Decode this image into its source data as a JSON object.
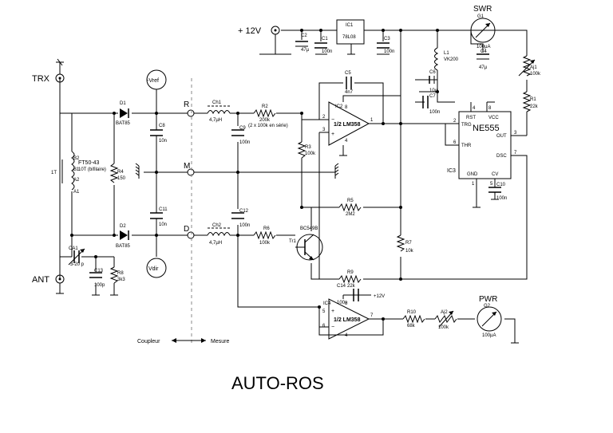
{
  "title": "AUTO-ROS",
  "ports": {
    "trx": "TRX",
    "ant": "ANT",
    "vref": "-Vref",
    "vdir": "Vdir",
    "supply": "+ 12V",
    "plus12": "+12V"
  },
  "lines": {
    "r": "R",
    "m": "M",
    "d": "D"
  },
  "footer": {
    "coupleur": "Coupleur",
    "mesure": "Mesure"
  },
  "transformer": {
    "name": "FT50-43",
    "turns": "10T (bifilaire)",
    "primary": "1T",
    "b2": "B2",
    "b1": "B1",
    "a2": "A2",
    "a1": "A1"
  },
  "meters": {
    "swr": {
      "title": "SWR",
      "ref": "G1",
      "value": "100µA"
    },
    "pwr": {
      "title": "PWR",
      "ref": "G2",
      "value": "100µA"
    }
  },
  "components": {
    "d1": {
      "ref": "D1",
      "value": "BAT85"
    },
    "d2": {
      "ref": "D2",
      "value": "BAT85"
    },
    "r4": {
      "ref": "R4",
      "value": "150"
    },
    "r8": {
      "ref": "R8",
      "value": "3k3"
    },
    "c13": {
      "ref": "C13",
      "value": "100p"
    },
    "ca1": {
      "ref": "CA1",
      "value": "3-20 p"
    },
    "c8": {
      "ref": "C8",
      "value": "10n"
    },
    "c11": {
      "ref": "C11",
      "value": "10n"
    },
    "ch1": {
      "ref": "Ch1",
      "value": "4,7µH"
    },
    "ch2": {
      "ref": "Ch2",
      "value": "4,7µH"
    },
    "c9": {
      "ref": "C9",
      "value": "100n"
    },
    "c12": {
      "ref": "C12",
      "value": "100n"
    },
    "r2": {
      "ref": "R2",
      "value": "200k",
      "note": "(2 x 100k en série)"
    },
    "r6": {
      "ref": "R6",
      "value": "100k"
    },
    "r3": {
      "ref": "R3",
      "value": "100k"
    },
    "tr1": {
      "ref": "Tr1",
      "value": "BC549B"
    },
    "c5": {
      "ref": "C5",
      "value": "4n7"
    },
    "ic2": {
      "ref": "IC2",
      "value": "1/2 LM358"
    },
    "r5": {
      "ref": "R5",
      "value": "2M2"
    },
    "r7": {
      "ref": "R7",
      "value": "10k"
    },
    "r9": {
      "ref": "R9",
      "value": "22k"
    },
    "c14": {
      "ref": "C14",
      "value": "100n"
    },
    "ic4": {
      "ref": "IC4",
      "value": "1/2 LM358"
    },
    "r10": {
      "ref": "R10",
      "value": "68k"
    },
    "aj2": {
      "ref": "Aj2",
      "value": "100k"
    },
    "ic1": {
      "ref": "IC1",
      "value": "78L08"
    },
    "c2": {
      "ref": "C2",
      "value": "47µ"
    },
    "c1": {
      "ref": "C1",
      "value": "100n"
    },
    "c3": {
      "ref": "C3",
      "value": "100n"
    },
    "l1": {
      "ref": "L1",
      "value": "VK200"
    },
    "c4": {
      "ref": "C4",
      "value": "47µ"
    },
    "c6": {
      "ref": "C6",
      "value": "10µ"
    },
    "c7": {
      "ref": "C7",
      "value": "100n"
    },
    "ic3": {
      "ref": "IC3",
      "value": "NE555"
    },
    "c10": {
      "ref": "C10",
      "value": "100n"
    },
    "aj1": {
      "ref": "Aj1",
      "value": "100k"
    },
    "r1": {
      "ref": "R1",
      "value": "22k"
    }
  },
  "ne555_pins": {
    "rst": "RST",
    "vcc": "VCC",
    "trg": "TRG",
    "out": "OUT",
    "thr": "THR",
    "dsc": "DSC",
    "gnd": "GND",
    "cv": "CV",
    "p1": "1",
    "p2": "2",
    "p3": "3",
    "p4": "4",
    "p5": "5",
    "p6": "6",
    "p7": "7",
    "p8": "8"
  },
  "opamp_pins": {
    "ic2_p2": "2",
    "ic2_p3": "3",
    "ic2_p1": "1",
    "ic2_p4": "4",
    "ic2_p8": "8",
    "ic4_p6": "6",
    "ic4_p5": "5",
    "ic4_p7": "7",
    "ic4_p4": "4",
    "ic4_p8": "8"
  },
  "colors": {
    "ink": "#000000",
    "background": "#ffffff",
    "separator": "#888888"
  }
}
